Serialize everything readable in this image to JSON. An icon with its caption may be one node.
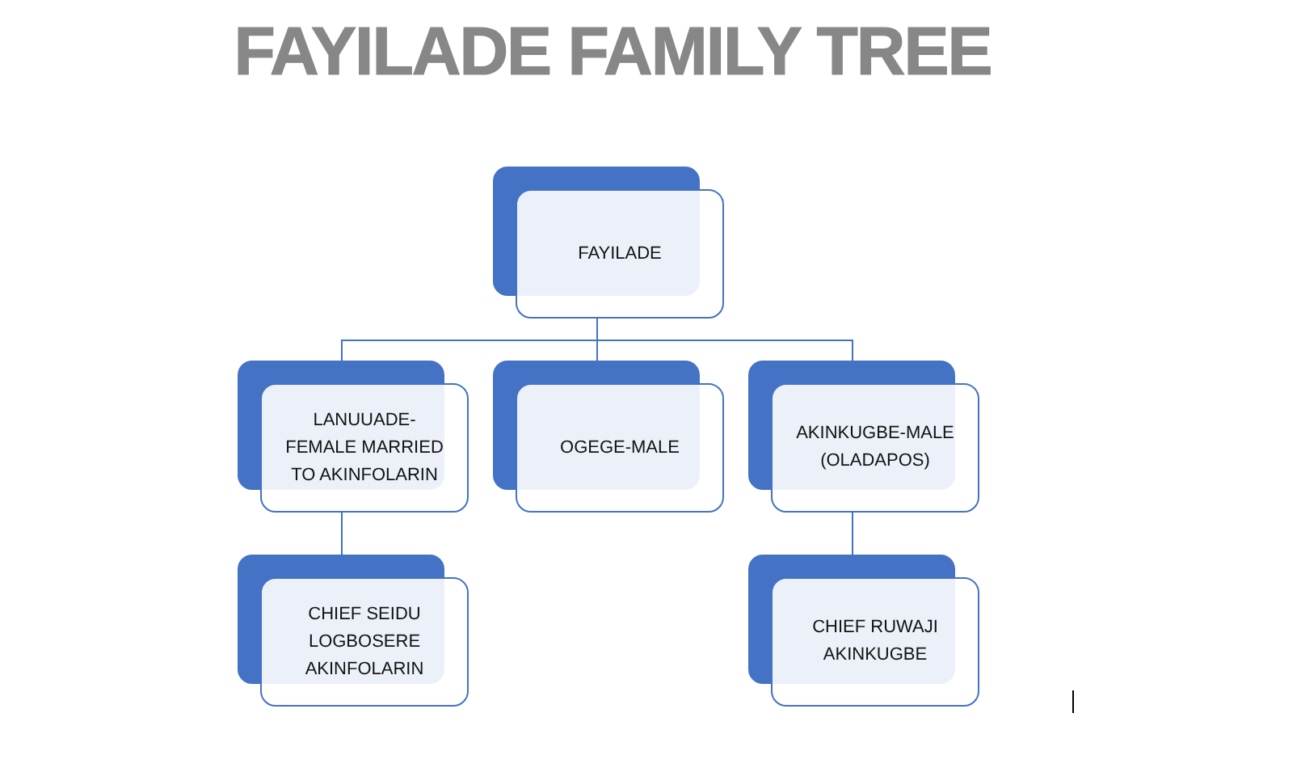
{
  "diagram": {
    "title": "FAYILADE FAMILY TREE",
    "nodes": [
      {
        "text": [
          "FAYILADE"
        ]
      },
      {
        "text": [
          "LANUUADE-FEMALE MARRIED TO AKINFOLARIN"
        ]
      },
      {
        "text": [
          "OGEGE-MALE"
        ]
      },
      {
        "text": [
          "AKINKUGBE-MALE (OLADAPOS)"
        ]
      },
      {
        "text": [
          "CHIEF SEIDU LOGBOSERE AKINFOLARIN"
        ]
      },
      {
        "text": [
          "CHIEF RUWAJI AKINKUGBE"
        ]
      }
    ],
    "edges": [
      {
        "from": 0,
        "to": 1,
        "arrow": "none"
      },
      {
        "from": 0,
        "to": 2,
        "arrow": "none"
      },
      {
        "from": 0,
        "to": 3,
        "arrow": "none"
      },
      {
        "from": 1,
        "to": 4,
        "arrow": "none"
      },
      {
        "from": 3,
        "to": 5,
        "arrow": "none"
      }
    ]
  }
}
